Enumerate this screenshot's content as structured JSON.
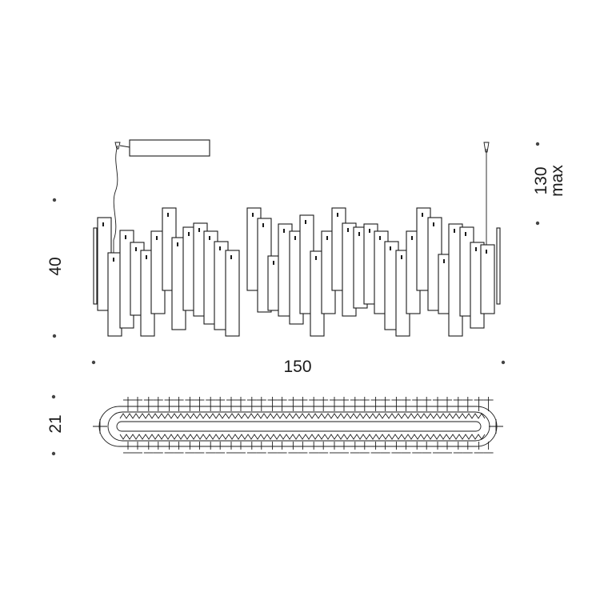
{
  "dimensions": {
    "height": {
      "value": "40"
    },
    "width": {
      "value": "150"
    },
    "depth": {
      "value": "21"
    },
    "drop": {
      "value": "130",
      "qualifier": "max"
    }
  },
  "colors": {
    "line": "#1a1a1a",
    "background": "#ffffff"
  }
}
